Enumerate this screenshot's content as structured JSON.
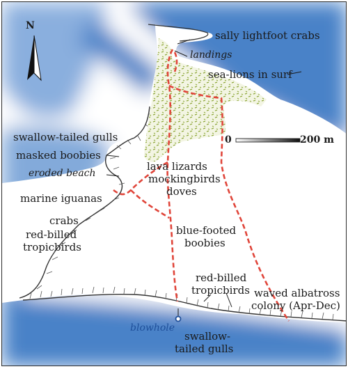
{
  "map": {
    "compass": {
      "north_label": "N"
    },
    "scale_bar": {
      "start_label": "0",
      "end_label": "200 m"
    },
    "labels": {
      "sally_lightfoot_crabs": "sally lightfoot crabs",
      "landings": "landings",
      "sea_lions": "sea-lions in surf",
      "swallow_tailed_gulls_west": "swallow-tailed gulls",
      "masked_boobies": "masked boobies",
      "eroded_beach": "eroded beach",
      "marine_iguanas": "marine iguanas",
      "crabs": "crabs",
      "red_billed_tropicbirds_west_1": "red-billed",
      "red_billed_tropicbirds_west_2": "tropicbirds",
      "lava_lizards": "lava lizards",
      "mockingbirds": "mockingbirds",
      "doves": "doves",
      "blue_footed_boobies_1": "blue-footed",
      "blue_footed_boobies_2": "boobies",
      "red_billed_tropicbirds_south_1": "red-billed",
      "red_billed_tropicbirds_south_2": "tropicbirds",
      "waved_albatross_1": "waved albatross",
      "waved_albatross_2": "colony (Apr-Dec)",
      "blowhole": "blowhole",
      "swallow_tailed_gulls_south_1": "swallow-",
      "swallow_tailed_gulls_south_2": "tailed gulls"
    },
    "colors": {
      "sea": "#4a82c8",
      "land": "#ffffff",
      "vegetation": "#8fa83c",
      "trail": "#e0453a",
      "text": "#1a1a1a",
      "blowhole": "#1f4f9a"
    }
  }
}
